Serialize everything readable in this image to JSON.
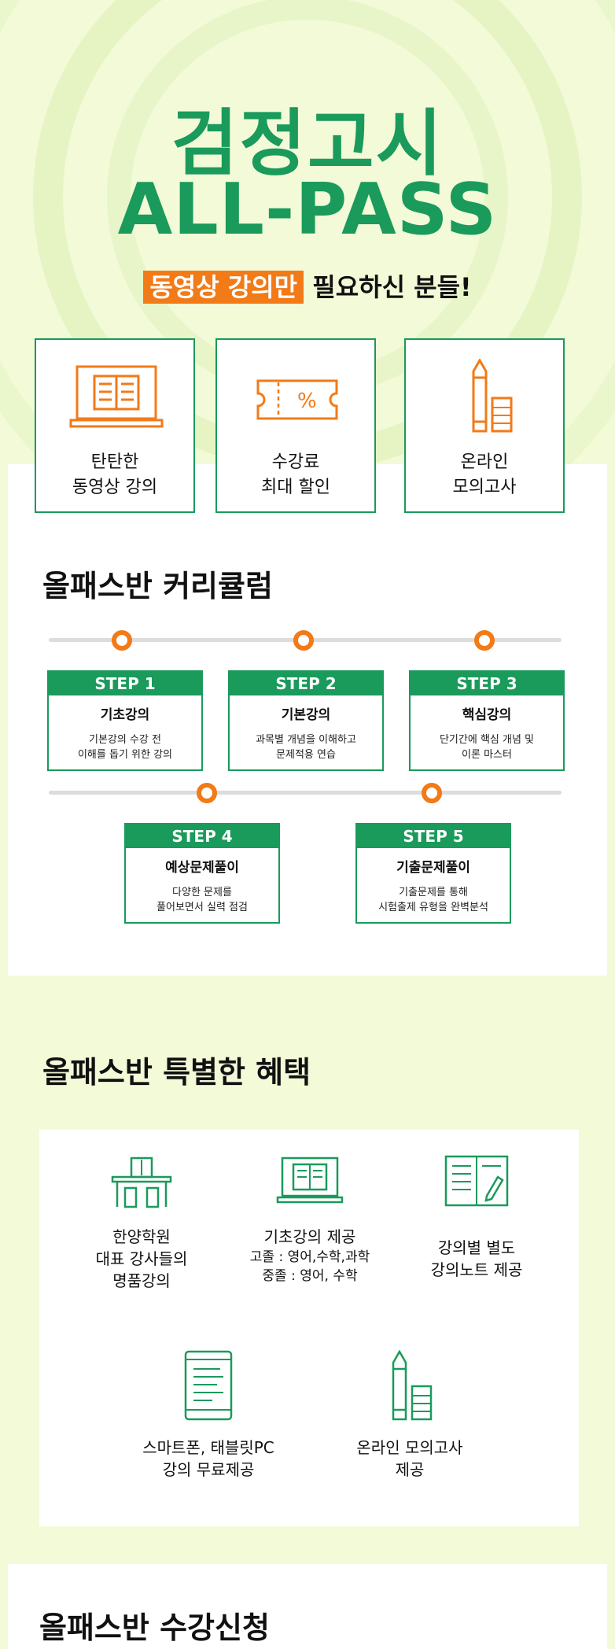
{
  "hero": {
    "title_line1": "검정고시",
    "title_line2": "ALL-PASS",
    "highlight": "동영상 강의만",
    "subtitle_rest": " 필요하신 분들!"
  },
  "features": [
    {
      "label": "탄탄한\n동영상 강의",
      "icon": "laptop-book-icon"
    },
    {
      "label": "수강료\n최대 할인",
      "icon": "discount-ticket-icon"
    },
    {
      "label": "온라인\n모의고사",
      "icon": "pencil-paper-icon"
    }
  ],
  "curriculum": {
    "title": "올패스반 커리큘럼",
    "steps": [
      {
        "step": "STEP 1",
        "name": "기초강의",
        "desc": "기본강의 수강 전\n이해를 돕기 위한 강의"
      },
      {
        "step": "STEP 2",
        "name": "기본강의",
        "desc": "과목별 개념을 이해하고\n문제적용 연습"
      },
      {
        "step": "STEP 3",
        "name": "핵심강의",
        "desc": "단기간에 핵심 개념 및\n이론 마스터"
      },
      {
        "step": "STEP 4",
        "name": "예상문제풀이",
        "desc": "다양한 문제를\n풀어보면서 실력 점검"
      },
      {
        "step": "STEP 5",
        "name": "기출문제풀이",
        "desc": "기출문제를 통해\n시험출제 유형을 완벽분석"
      }
    ]
  },
  "benefits": {
    "title": "올패스반 특별한 혜택",
    "items": [
      {
        "label": "한양학원\n대표 강사들의\n명품강의",
        "sub": "",
        "icon": "classroom-desk-icon"
      },
      {
        "label": "기초강의 제공",
        "sub": "고졸 : 영어,수학,과학\n중졸 : 영어, 수학",
        "icon": "laptop-book-icon"
      },
      {
        "label": "강의별 별도\n강의노트 제공",
        "sub": "",
        "icon": "notebook-pencil-icon"
      },
      {
        "label": "스마트폰, 태블릿PC\n강의 무료제공",
        "sub": "",
        "icon": "tablet-icon"
      },
      {
        "label": "온라인 모의고사\n제공",
        "sub": "",
        "icon": "pencil-paper-icon"
      }
    ]
  },
  "signup": {
    "title": "올패스반 수강신청"
  },
  "colors": {
    "green": "#1a9a5b",
    "orange": "#f27a17",
    "background": "#f3fad8"
  }
}
